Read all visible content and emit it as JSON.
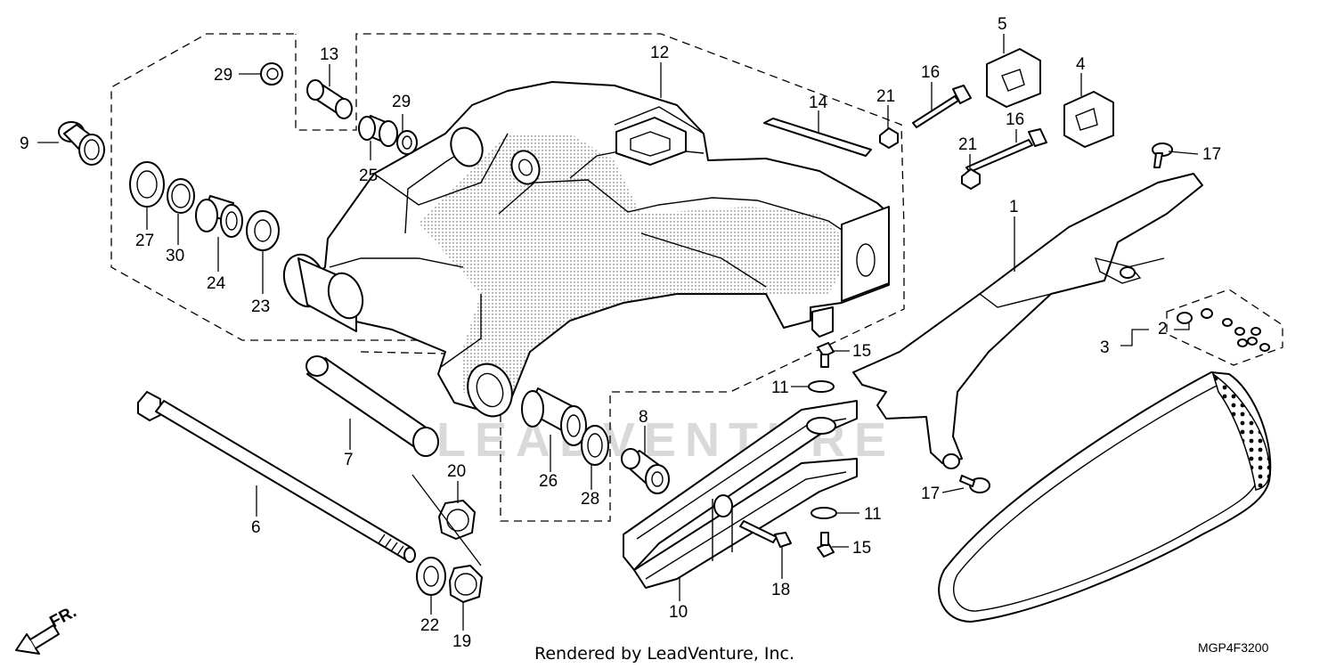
{
  "footer": {
    "credit": "Rendered by LeadVenture, Inc.",
    "diagram_code": "MGP4F3200",
    "front_indicator": "FR."
  },
  "watermark": "LEADVENTURE",
  "callouts": {
    "p1": "1",
    "p2": "2",
    "p3": "3",
    "p4": "4",
    "p5": "5",
    "p6": "6",
    "p7": "7",
    "p8": "8",
    "p9": "9",
    "p10": "10",
    "p11a": "11",
    "p11b": "11",
    "p12": "12",
    "p13": "13",
    "p14": "14",
    "p15a": "15",
    "p15b": "15",
    "p16a": "16",
    "p16b": "16",
    "p17a": "17",
    "p17b": "17",
    "p18": "18",
    "p19": "19",
    "p20": "20",
    "p21a": "21",
    "p21b": "21",
    "p22": "22",
    "p23": "23",
    "p24": "24",
    "p25": "25",
    "p26": "26",
    "p27": "27",
    "p28": "28",
    "p29a": "29",
    "p29b": "29",
    "p30": "30"
  },
  "icons": {
    "front": "front-arrow-icon"
  }
}
